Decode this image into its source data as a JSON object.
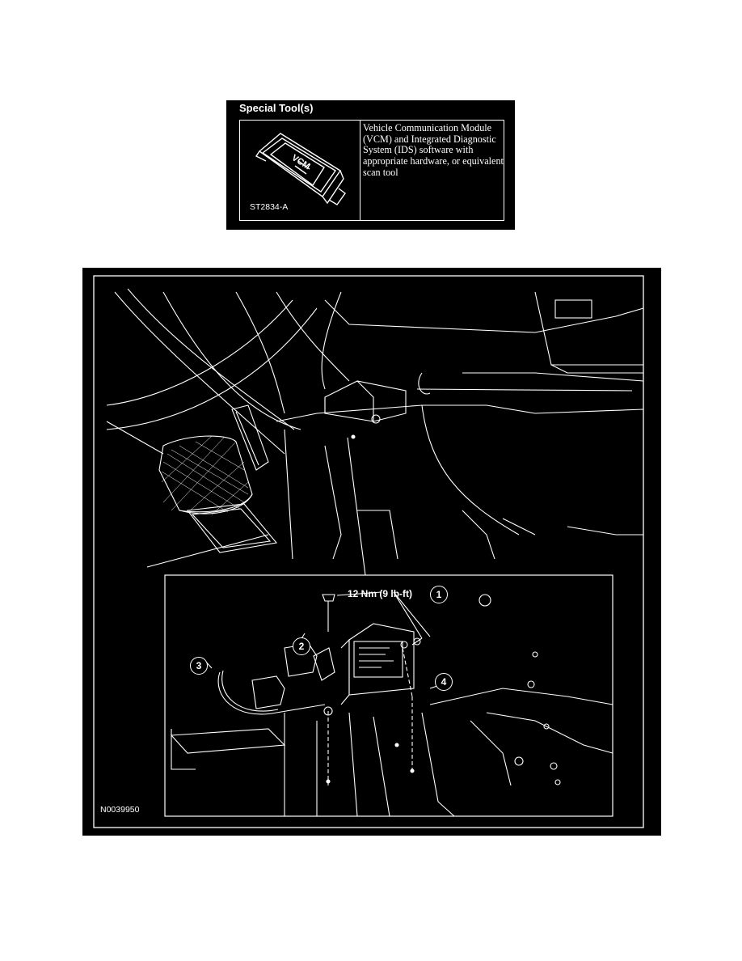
{
  "special_tools": {
    "header": "Special Tool(s)",
    "tool_code": "ST2834-A",
    "image_label": "VCM",
    "description": "Vehicle Communication Module (VCM) and Integrated Diagnostic System (IDS) software with appropriate hardware, or equivalent scan tool"
  },
  "figure": {
    "torque_spec": "12 Nm (9 lb-ft)",
    "callouts": [
      "1",
      "2",
      "3",
      "4"
    ],
    "figure_id": "N0039950"
  }
}
